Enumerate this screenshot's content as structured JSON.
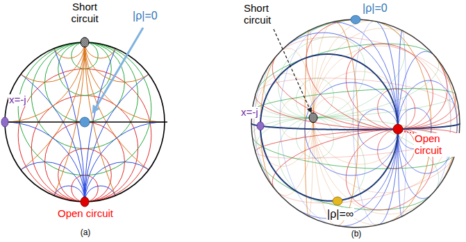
{
  "diagram": {
    "labels": [
      "Short circuit",
      "|ρ|=0",
      "x=-j",
      "Open circuit",
      "(a)",
      "Short circuit",
      "|ρ|=0",
      "x=-j",
      "Open circuit",
      "|ρ|=∞",
      "(b)"
    ]
  }
}
